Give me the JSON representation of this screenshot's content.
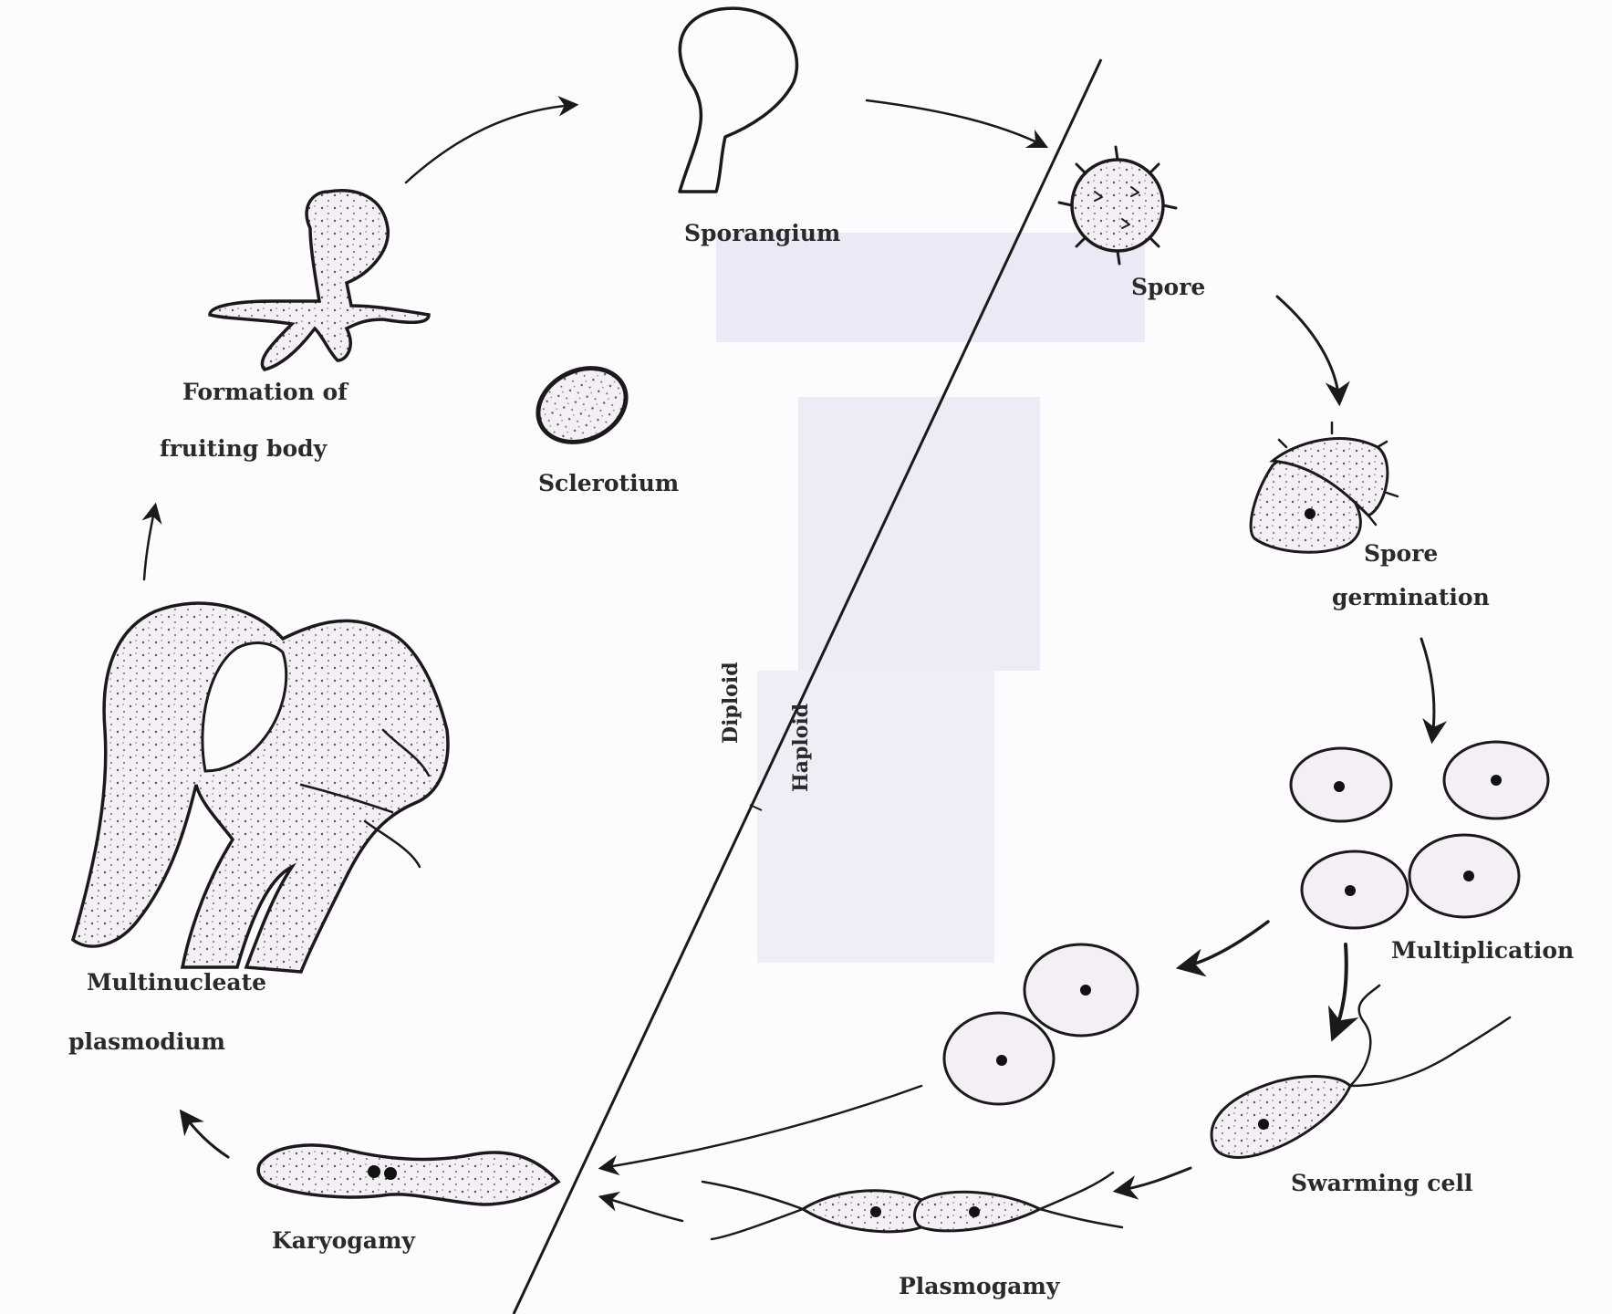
{
  "labels": {
    "sporangium": "Sporangium",
    "spore": "Spore",
    "spore_germination_line1": "Spore",
    "spore_germination_line2": "germination",
    "multiplication": "Multiplication",
    "swarming_cell": "Swarming cell",
    "plasmogamy": "Plasmogamy",
    "karyogamy": "Karyogamy",
    "multinucleate_line1": "Multinucleate",
    "multinucleate_line2": "plasmodium",
    "fruiting_line1": "Formation of",
    "fruiting_line2": "fruiting body",
    "sclerotium": "Sclerotium",
    "diploid": "Diploid",
    "haploid": "Haploid"
  },
  "colors": {
    "background": "#fdfbfd",
    "ink": "#1a1a1a",
    "cell_fill": "#f3eff5",
    "shade": "#e3e1f1"
  }
}
